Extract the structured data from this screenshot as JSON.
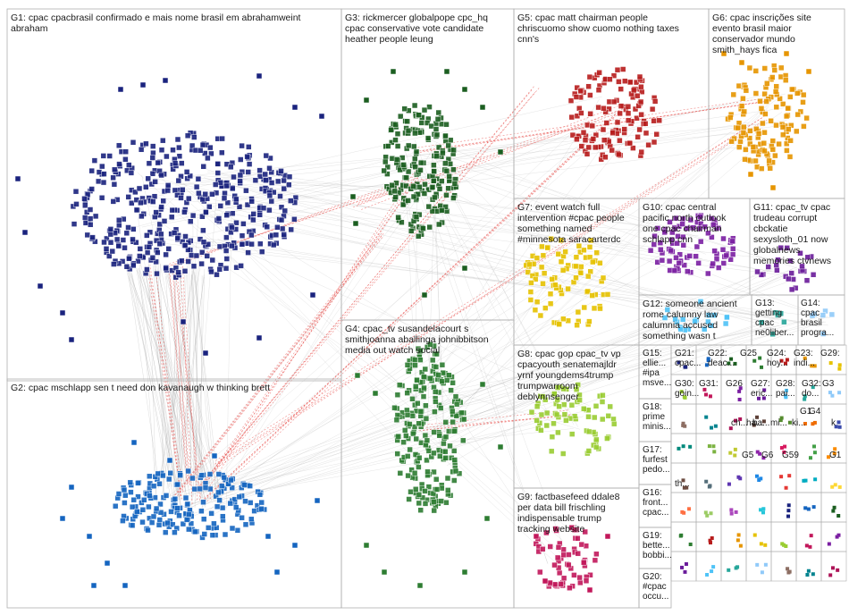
{
  "groups": [
    {
      "id": "G1",
      "label": "G1: cpac cpacbrasil confirmado e mais nome brasil em abrahamweint\nabraham",
      "color": "#1a237e"
    },
    {
      "id": "G2",
      "label": "G2: cpac mschlapp sen t need don kavanaugh w thinking brett",
      "color": "#1565c0"
    },
    {
      "id": "G3",
      "label": "G3: rickmercer globalpope cpc_hq\ncpac conservative vote candidate\nheather people leung",
      "color": "#1b5e20"
    },
    {
      "id": "G4",
      "label": "G4: cpac_tv susandelacourt s\nsmithjoanna aballinga johnibbitson\nmedia out watch social",
      "color": "#2e7d32"
    },
    {
      "id": "G5",
      "label": "G5: cpac matt chairman people\nchriscuomo show cuomo nothing taxes\ncnn's",
      "color": "#b71c1c"
    },
    {
      "id": "G6",
      "label": "G6: cpac inscrições site\nevento brasil maior\nconservador mundo\nsmith_hays fica",
      "color": "#e69500"
    },
    {
      "id": "G7",
      "label": "G7: event watch full\nintervention #cpac people\nsomething named\n#minnesota saracarterdc",
      "color": "#e6c200"
    },
    {
      "id": "G8",
      "label": "G8: cpac gop cpac_tv vp\ncpacyouth senatemajldr\nyrnf youngdems4trump\ntrumpwarroom\ndeblynnsenger",
      "color": "#9acd32"
    },
    {
      "id": "G9",
      "label": "G9: factbasefeed ddale8\nper data bill frischling\nindispensable trump\ntracking website",
      "color": "#c2185b"
    },
    {
      "id": "G10",
      "label": "G10: cpac central\npacific north outlook\none cpac chairman\nschlapp cnn",
      "color": "#7b1fa2"
    },
    {
      "id": "G11",
      "label": "G11: cpac_tv cpac\ntrudeau corrupt\ncbckatie\nsexysloth_01 now\nglobalnews\nmemories ctvnews",
      "color": "#6a1b9a"
    },
    {
      "id": "G12",
      "label": "G12: someone ancient\nrome calumny law\ncalumnia accused\nsomething wasn t",
      "color": "#4fc3f7"
    },
    {
      "id": "G13",
      "label": "G13:\ngetting\ncpac\nne0liber...",
      "color": "#26a69a"
    },
    {
      "id": "G14",
      "label": "G14:\ncpac\nbrasil\nprogra...",
      "color": "#90caf9"
    },
    {
      "id": "G15",
      "label": "G15:\nellie...\n#ipa\nmsve...",
      "color": "#8d6e63"
    },
    {
      "id": "G16",
      "label": "G16:\nfront...\ncpac...",
      "color": "#00838f"
    },
    {
      "id": "G17",
      "label": "G17:\nfurfest\npedo...",
      "color": "#ad1457"
    },
    {
      "id": "G18",
      "label": "G18:\nprime\nminis...",
      "color": "#5d4037"
    },
    {
      "id": "G19",
      "label": "G19:\nbette...\nbobbi...",
      "color": "#558b2f"
    },
    {
      "id": "G20",
      "label": "G20:\n#cpac\noccu...",
      "color": "#ef6c00"
    },
    {
      "id": "G21",
      "label": "G21:\ncpac...",
      "color": "#3949ab"
    },
    {
      "id": "G22",
      "label": "G22:\ndeac...",
      "color": "#00897b"
    },
    {
      "id": "G23",
      "label": "G23:\nindi...",
      "color": "#7cb342"
    },
    {
      "id": "G24",
      "label": "G24:\nhoy...",
      "color": "#c0ca33"
    },
    {
      "id": "G25",
      "label": "G25",
      "color": "#8e24aa"
    },
    {
      "id": "G26",
      "label": "G26",
      "color": "#d81b60"
    },
    {
      "id": "G27",
      "label": "G27:\neric...",
      "color": "#43a047"
    },
    {
      "id": "G28",
      "label": "G28:\npai...",
      "color": "#fb8c00"
    },
    {
      "id": "G29",
      "label": "G29:",
      "color": "#6d4c41"
    },
    {
      "id": "G30",
      "label": "G30:\ngoin...",
      "color": "#546e7a"
    },
    {
      "id": "G31",
      "label": "G31:",
      "color": "#5e35b1"
    },
    {
      "id": "G32",
      "label": "G32:\ndo...",
      "color": "#1e88e5"
    },
    {
      "id": "G33",
      "label": "G3",
      "color": "#e53935"
    },
    {
      "id": "G4s",
      "label": "G4",
      "color": "#00acc1"
    },
    {
      "id": "G5s",
      "label": "G5",
      "color": "#fdd835"
    },
    {
      "id": "G6s",
      "label": "G6",
      "color": "#ff7043"
    },
    {
      "id": "G59",
      "label": "G59",
      "color": "#9ccc65"
    },
    {
      "id": "G11s",
      "label": "G1",
      "color": "#ab47bc"
    },
    {
      "id": "G12s",
      "label": "G1",
      "color": "#26c6da"
    }
  ],
  "misc_labels": {
    "m1": "ha...",
    "m2": "th...",
    "m3": "ba...",
    "m4": "mi...",
    "m5": "ch...",
    "m6": "ki...",
    "m7": "k",
    "m8": "G"
  },
  "colors": {
    "border": "#b0b0b0",
    "edge_gray": "#9e9e9e",
    "edge_red": "#e53935"
  }
}
